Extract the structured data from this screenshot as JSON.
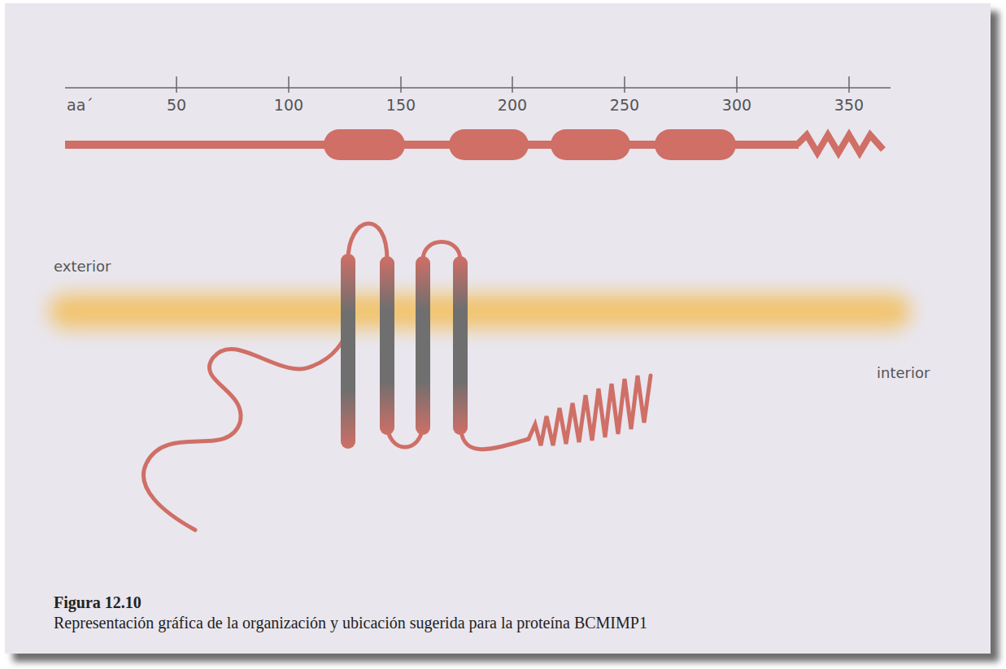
{
  "diagram": {
    "caption": "Representación gráfica de la organización y ubicación sugerida para la proteína BCMIMP1",
    "labels": [
      "aa´",
      "50",
      "100",
      "150",
      "200",
      "250",
      "300",
      "350",
      "exterior",
      "interior",
      "Figura 12.10"
    ]
  }
}
